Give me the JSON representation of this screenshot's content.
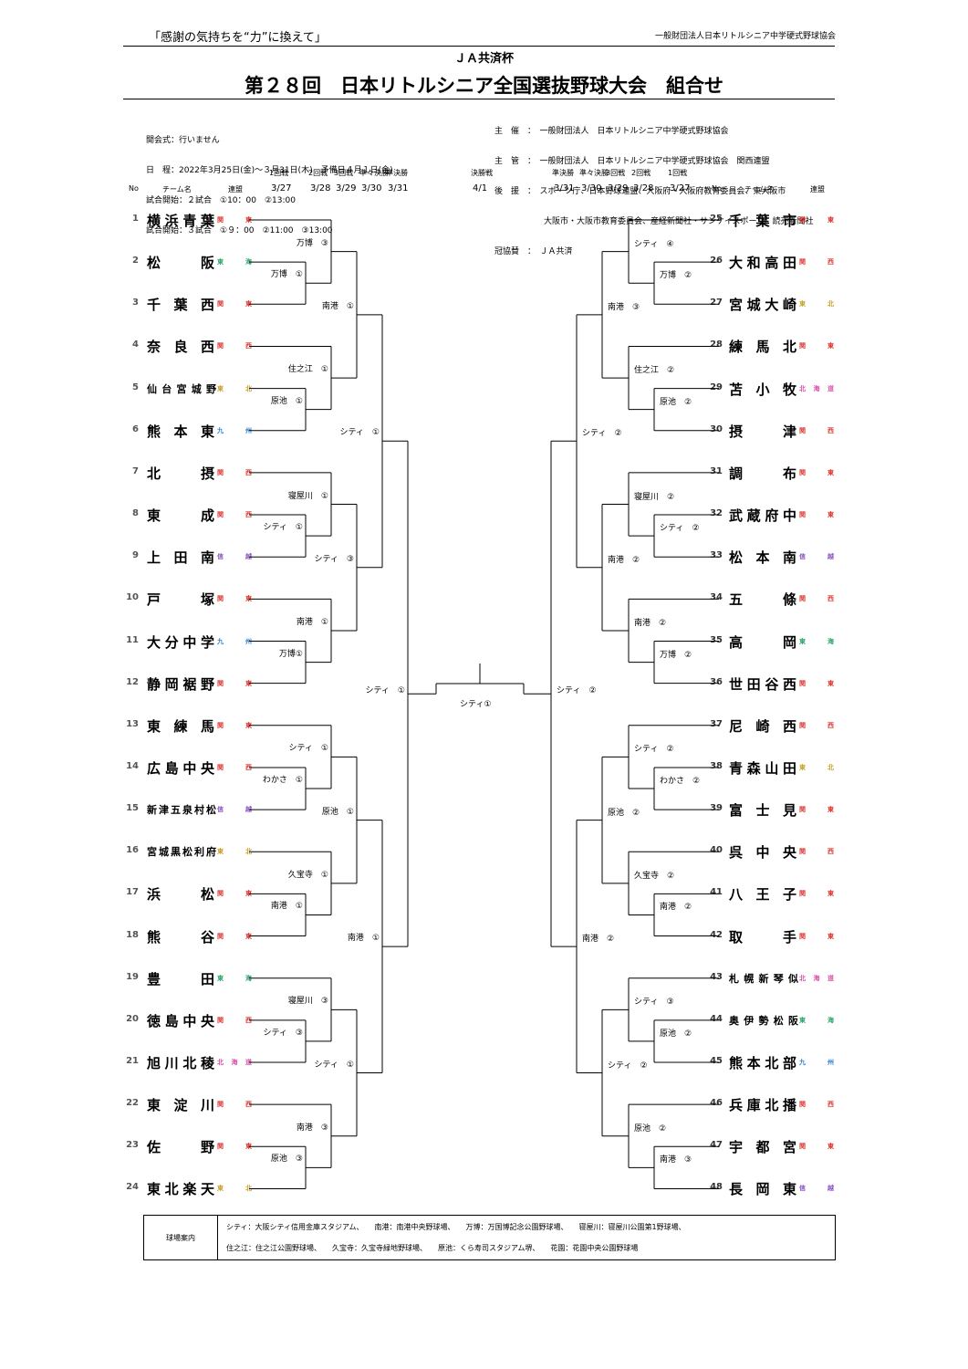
{
  "header": {
    "slogan": "「感謝の気持ちを“力”に換えて」",
    "association": "一般財団法人日本リトルシニア中学硬式野球協会",
    "cup": "ＪＡ共済杯",
    "title": "第２８回　日本リトルシニア全国選抜野球大会　組合せ"
  },
  "info_left": [
    "開会式：行いません",
    "日　程：2022年3月25日(金)～３月31日(木)　予備日４月１日(金)",
    "試合開始：２試合　①10：00　②13:00",
    "試合開始：３試合　①９：00　②11:00　③13:00"
  ],
  "info_right": [
    "主　催　：　一般財団法人　日本リトルシニア中学硬式野球協会",
    "主　管　：　一般財団法人　日本リトルシニア中学硬式野球協会　関西連盟",
    "後　援　：　スポーツ庁、日本野球連盟、大阪府・大阪府教育委員会、東大阪市",
    "　　　　　　大阪市・大阪市教育委員会、産経新聞社・サンケイスポーツ、読売新聞社",
    "冠協賛　：　ＪＡ共済"
  ],
  "columns": {
    "no": "No",
    "team": "チーム名",
    "league": "連盟",
    "left_rounds": [
      "1回戦",
      "2回戦",
      "3回戦",
      "準々決勝",
      "準決勝"
    ],
    "left_dates": [
      "3/27",
      "3/28",
      "3/29",
      "3/30",
      "3/31"
    ],
    "final": "決勝戦",
    "final_date": "4/1",
    "right_rounds": [
      "準決勝",
      "準々決勝",
      "3回戦",
      "2回戦",
      "1回戦"
    ],
    "right_dates": [
      "3/31",
      "3/30",
      "3/29",
      "3/28",
      "3/27"
    ]
  },
  "teams": [
    {
      "no": "1",
      "name": "横浜青葉",
      "league": [
        "関",
        "東"
      ],
      "color": "#e0342c"
    },
    {
      "no": "2",
      "name": "松阪",
      "league": [
        "東",
        "海"
      ],
      "color": "#2aa568"
    },
    {
      "no": "3",
      "name": "千葉西",
      "league": [
        "関",
        "東"
      ],
      "color": "#e0342c"
    },
    {
      "no": "4",
      "name": "奈良西",
      "league": [
        "関",
        "西"
      ],
      "color": "#e0342c"
    },
    {
      "no": "5",
      "name": "仙台宮城野",
      "league": [
        "東",
        "北"
      ],
      "color": "#c9a227"
    },
    {
      "no": "6",
      "name": "熊本東",
      "league": [
        "九",
        "州"
      ],
      "color": "#2a7fd0"
    },
    {
      "no": "7",
      "name": "北摂",
      "league": [
        "関",
        "西"
      ],
      "color": "#e0342c"
    },
    {
      "no": "8",
      "name": "東成",
      "league": [
        "関",
        "西"
      ],
      "color": "#e0342c"
    },
    {
      "no": "9",
      "name": "上田南",
      "league": [
        "信",
        "越"
      ],
      "color": "#8a4fc4"
    },
    {
      "no": "10",
      "name": "戸塚",
      "league": [
        "関",
        "東"
      ],
      "color": "#e0342c"
    },
    {
      "no": "11",
      "name": "大分中学",
      "league": [
        "九",
        "州"
      ],
      "color": "#2a7fd0"
    },
    {
      "no": "12",
      "name": "静岡裾野",
      "league": [
        "関",
        "東"
      ],
      "color": "#e0342c"
    },
    {
      "no": "13",
      "name": "東練馬",
      "league": [
        "関",
        "東"
      ],
      "color": "#e0342c"
    },
    {
      "no": "14",
      "name": "広島中央",
      "league": [
        "関",
        "西"
      ],
      "color": "#e0342c"
    },
    {
      "no": "15",
      "name": "新津五泉村松",
      "league": [
        "信",
        "越"
      ],
      "color": "#8a4fc4"
    },
    {
      "no": "16",
      "name": "宮城黒松利府",
      "league": [
        "東",
        "北"
      ],
      "color": "#c9a227"
    },
    {
      "no": "17",
      "name": "浜松",
      "league": [
        "関",
        "東"
      ],
      "color": "#e0342c"
    },
    {
      "no": "18",
      "name": "熊谷",
      "league": [
        "関",
        "東"
      ],
      "color": "#e0342c"
    },
    {
      "no": "19",
      "name": "豊田",
      "league": [
        "東",
        "海"
      ],
      "color": "#2aa568"
    },
    {
      "no": "20",
      "name": "徳島中央",
      "league": [
        "関",
        "西"
      ],
      "color": "#e0342c"
    },
    {
      "no": "21",
      "name": "旭川北稜",
      "league": [
        "北",
        "海",
        "道"
      ],
      "color": "#d64fa8"
    },
    {
      "no": "22",
      "name": "東淀川",
      "league": [
        "関",
        "西"
      ],
      "color": "#e0342c"
    },
    {
      "no": "23",
      "name": "佐野",
      "league": [
        "関",
        "東"
      ],
      "color": "#e0342c"
    },
    {
      "no": "24",
      "name": "東北楽天",
      "league": [
        "東",
        "北"
      ],
      "color": "#c9a227"
    },
    {
      "no": "25",
      "name": "千葉市",
      "league": [
        "関",
        "東"
      ],
      "color": "#e0342c"
    },
    {
      "no": "26",
      "name": "大和高田",
      "league": [
        "関",
        "西"
      ],
      "color": "#e0342c"
    },
    {
      "no": "27",
      "name": "宮城大崎",
      "league": [
        "東",
        "北"
      ],
      "color": "#c9a227"
    },
    {
      "no": "28",
      "name": "練馬北",
      "league": [
        "関",
        "東"
      ],
      "color": "#e0342c"
    },
    {
      "no": "29",
      "name": "苫小牧",
      "league": [
        "北",
        "海",
        "道"
      ],
      "color": "#d64fa8"
    },
    {
      "no": "30",
      "name": "摂津",
      "league": [
        "関",
        "西"
      ],
      "color": "#e0342c"
    },
    {
      "no": "31",
      "name": "調布",
      "league": [
        "関",
        "東"
      ],
      "color": "#e0342c"
    },
    {
      "no": "32",
      "name": "武蔵府中",
      "league": [
        "関",
        "東"
      ],
      "color": "#e0342c"
    },
    {
      "no": "33",
      "name": "松本南",
      "league": [
        "信",
        "越"
      ],
      "color": "#8a4fc4"
    },
    {
      "no": "34",
      "name": "五條",
      "league": [
        "関",
        "西"
      ],
      "color": "#e0342c"
    },
    {
      "no": "35",
      "name": "高岡",
      "league": [
        "東",
        "海"
      ],
      "color": "#2aa568"
    },
    {
      "no": "36",
      "name": "世田谷西",
      "league": [
        "関",
        "東"
      ],
      "color": "#e0342c"
    },
    {
      "no": "37",
      "name": "尼崎西",
      "league": [
        "関",
        "西"
      ],
      "color": "#e0342c"
    },
    {
      "no": "38",
      "name": "青森山田",
      "league": [
        "東",
        "北"
      ],
      "color": "#c9a227"
    },
    {
      "no": "39",
      "name": "富士見",
      "league": [
        "関",
        "東"
      ],
      "color": "#e0342c"
    },
    {
      "no": "40",
      "name": "呉中央",
      "league": [
        "関",
        "西"
      ],
      "color": "#e0342c"
    },
    {
      "no": "41",
      "name": "八王子",
      "league": [
        "関",
        "東"
      ],
      "color": "#e0342c"
    },
    {
      "no": "42",
      "name": "取手",
      "league": [
        "関",
        "東"
      ],
      "color": "#e0342c"
    },
    {
      "no": "43",
      "name": "札幌新琴似",
      "league": [
        "北",
        "海",
        "道"
      ],
      "color": "#d64fa8"
    },
    {
      "no": "44",
      "name": "奥伊勢松阪",
      "league": [
        "東",
        "海"
      ],
      "color": "#2aa568"
    },
    {
      "no": "45",
      "name": "熊本北部",
      "league": [
        "九",
        "州"
      ],
      "color": "#2a7fd0"
    },
    {
      "no": "46",
      "name": "兵庫北播",
      "league": [
        "関",
        "西"
      ],
      "color": "#e0342c"
    },
    {
      "no": "47",
      "name": "宇都宮",
      "league": [
        "関",
        "東"
      ],
      "color": "#e0342c"
    },
    {
      "no": "48",
      "name": "長岡東",
      "league": [
        "信",
        "越"
      ],
      "color": "#8a4fc4"
    }
  ],
  "left_r1": [
    {
      "pair": [
        2,
        3
      ],
      "label": "万博　①"
    },
    {
      "pair": [
        5,
        6
      ],
      "label": "原池　①"
    },
    {
      "pair": [
        8,
        9
      ],
      "label": "シティ　①"
    },
    {
      "pair": [
        11,
        12
      ],
      "label": "万博①"
    },
    {
      "pair": [
        14,
        15
      ],
      "label": "わかさ　①"
    },
    {
      "pair": [
        17,
        18
      ],
      "label": "南港　①"
    },
    {
      "pair": [
        20,
        21
      ],
      "label": "シティ　③"
    },
    {
      "pair": [
        23,
        24
      ],
      "label": "原池　③"
    }
  ],
  "left_r2": [
    {
      "team": 1,
      "label": "万博　③"
    },
    {
      "team": 4,
      "label": "住之江　①"
    },
    {
      "team": 7,
      "label": "寝屋川　①"
    },
    {
      "team": 10,
      "label": "南港　①"
    },
    {
      "team": 13,
      "label": "シティ　①"
    },
    {
      "team": 16,
      "label": "久宝寺　①"
    },
    {
      "team": 19,
      "label": "寝屋川　③"
    },
    {
      "team": 22,
      "label": "南港　③"
    }
  ],
  "left_r3": [
    "南港　①",
    "シティ　③",
    "原池　①",
    "シティ　①"
  ],
  "left_qf": [
    "シティ　①",
    "南港　①"
  ],
  "left_sf": "シティ　①",
  "final_label": "シティ①",
  "right_r1": [
    {
      "pair": [
        26,
        27
      ],
      "label": "万博　②"
    },
    {
      "pair": [
        29,
        30
      ],
      "label": "原池　②"
    },
    {
      "pair": [
        32,
        33
      ],
      "label": "シティ　②"
    },
    {
      "pair": [
        35,
        36
      ],
      "label": "万博　②"
    },
    {
      "pair": [
        38,
        39
      ],
      "label": "わかさ　②"
    },
    {
      "pair": [
        41,
        42
      ],
      "label": "南港　②"
    },
    {
      "pair": [
        44,
        45
      ],
      "label": "原池　②"
    },
    {
      "pair": [
        47,
        48
      ],
      "label": "南港　③"
    }
  ],
  "right_r2": [
    {
      "team": 25,
      "label": "シティ　④"
    },
    {
      "team": 28,
      "label": "住之江　②"
    },
    {
      "team": 31,
      "label": "寝屋川　②"
    },
    {
      "team": 34,
      "label": "南港　②"
    },
    {
      "team": 37,
      "label": "シティ　②"
    },
    {
      "team": 40,
      "label": "久宝寺　②"
    },
    {
      "team": 43,
      "label": "シティ　③"
    },
    {
      "team": 46,
      "label": "原池　②"
    }
  ],
  "right_r3": [
    "南港　③",
    "南港　②",
    "原池　②",
    "シティ　②"
  ],
  "right_qf": [
    "シティ　②",
    "南港　②"
  ],
  "right_sf": "シティ　②",
  "footer": {
    "label": "球場案内",
    "line1": "シティ：大阪シティ信用金庫スタジアム、　　南港：南港中央野球場、　　万博：万国博記念公園野球場、　　寝屋川：寝屋川公園第1野球場、",
    "line2": "住之江：住之江公園野球場、　　久宝寺：久宝寺緑地野球場、　　原池：くら寿司スタジアム堺、　　花園：花園中央公園野球場"
  }
}
